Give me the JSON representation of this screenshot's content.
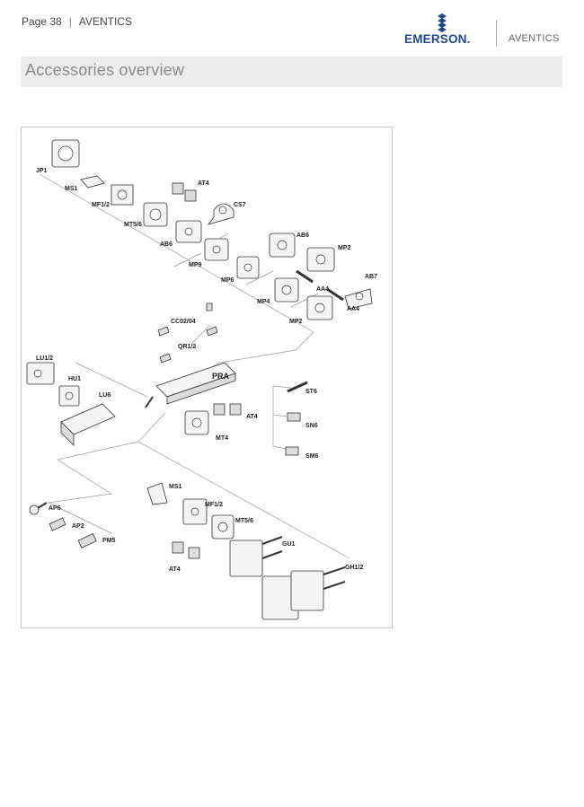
{
  "header": {
    "page_label": "Page 38",
    "separator": "|",
    "brand": "AVENTICS"
  },
  "logos": {
    "emerson": "EMERSON.",
    "aventics": "AVENTICS",
    "emerson_color": "#1e4a8c"
  },
  "section": {
    "title": "Accessories overview"
  },
  "diagram": {
    "center_label": "PRA",
    "labels": {
      "jp1": "JP1",
      "ms1_top": "MS1",
      "mf12_top": "MF1/2",
      "at4_top": "AT4",
      "cs7": "CS7",
      "mt56_top": "MT5/6",
      "ab6_left": "AB6",
      "ab6_right": "AB6",
      "mp2_top": "MP2",
      "mp9": "MP9",
      "ab7": "AB7",
      "mp6": "MP6",
      "aa4_a": "AA4",
      "mp4": "MP4",
      "aa4_b": "AA4",
      "mp2_bottom": "MP2",
      "cc0204": "CC02/04",
      "qr12": "QR1/2",
      "lu12": "LU1/2",
      "hu1": "HU1",
      "lu6": "LU6",
      "st6": "ST6",
      "at4_mid": "AT4",
      "mt4": "MT4",
      "sn6": "SN6",
      "sm6": "SM6",
      "ms1_bottom": "MS1",
      "mf12_bottom": "MF1/2",
      "ap6": "AP6",
      "mt56_bottom": "MT5/6",
      "ap2": "AP2",
      "gu1": "GU1",
      "pm5": "PM5",
      "gh12": "GH1/2",
      "at4_bottom": "AT4"
    }
  }
}
